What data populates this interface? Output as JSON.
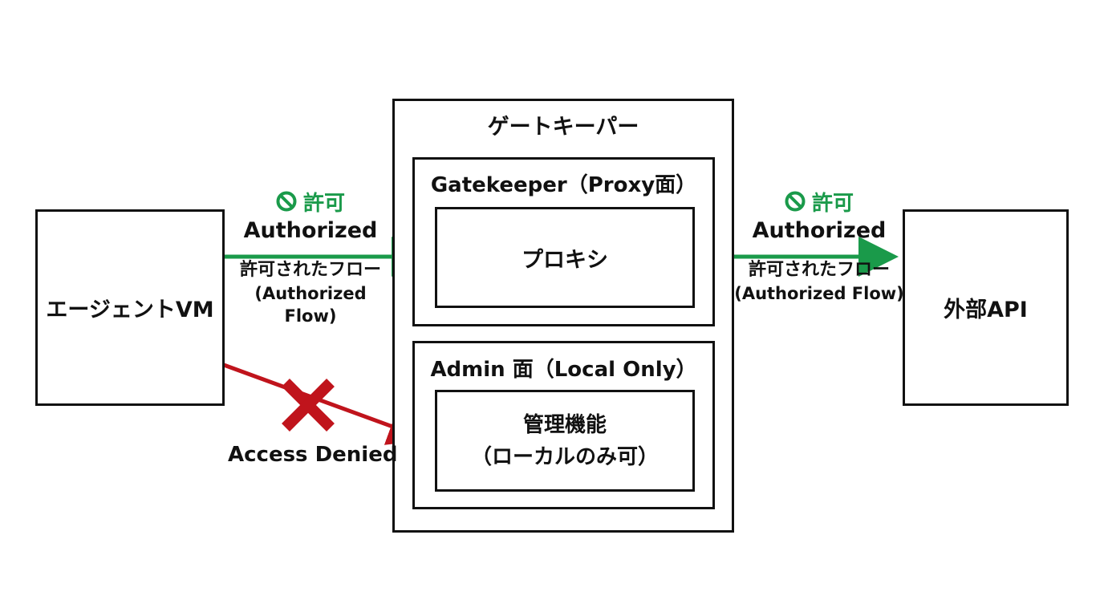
{
  "nodes": {
    "agent_vm": "エージェントVM",
    "external_api": "外部API",
    "gatekeeper_outer": "ゲートキーパー",
    "proxy_plane": "Gatekeeper（Proxy面）",
    "proxy": "プロキシ",
    "admin_plane": "Admin 面（Local Only）",
    "admin_func_line1": "管理機能",
    "admin_func_line2": "（ローカルのみ可）"
  },
  "edges": {
    "left_flow": {
      "permit": "許可",
      "authorized": "Authorized",
      "flow_jp": "許可されたフロー",
      "flow_en": "(Authorized Flow)"
    },
    "right_flow": {
      "permit": "許可",
      "authorized": "Authorized",
      "flow_jp": "許可されたフロー",
      "flow_en": "(Authorized Flow)"
    },
    "denied": {
      "label": "Access Denied"
    }
  },
  "colors": {
    "allowed": "#1a9a4a",
    "denied": "#c0141c",
    "stroke": "#111111"
  },
  "icons": {
    "permit": "no-entry-icon",
    "denied": "cross-mark-icon"
  }
}
